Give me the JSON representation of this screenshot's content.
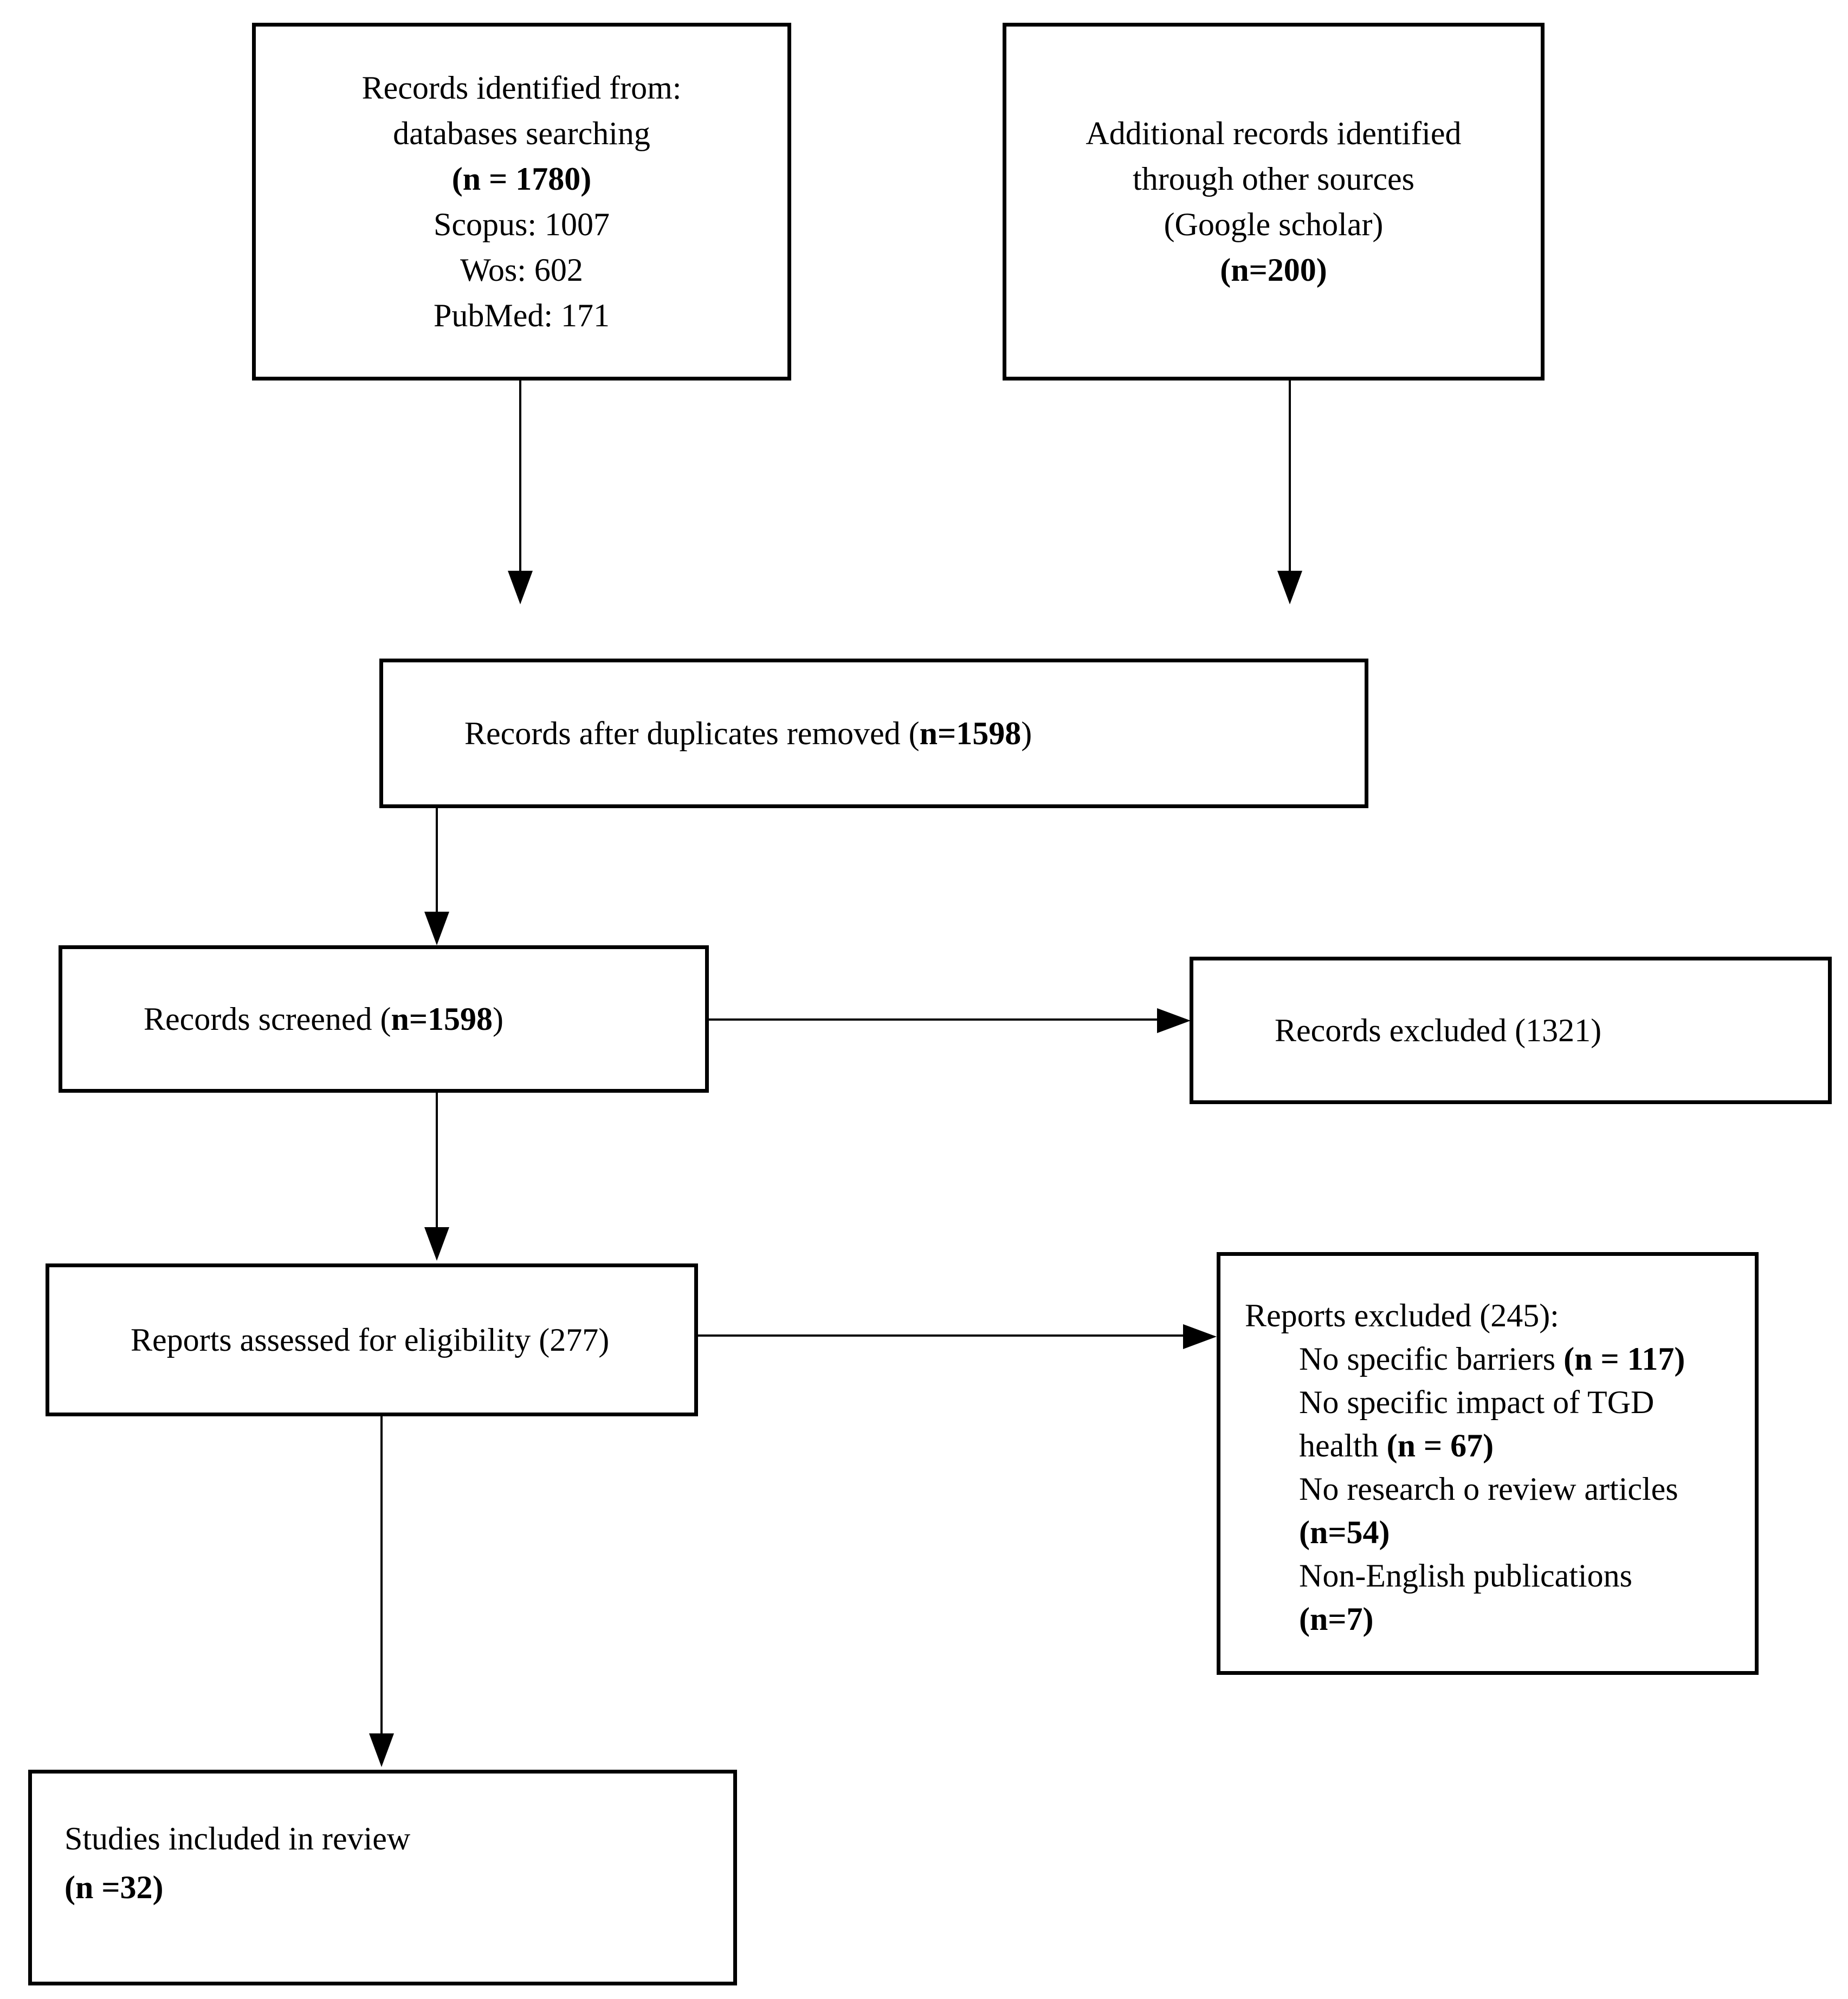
{
  "diagram": {
    "type": "PRISMA flow diagram",
    "background_color": "#ffffff",
    "line_color": "#000000"
  },
  "boxes": {
    "identified": {
      "lines": [
        {
          "pre": "Records identified from:"
        },
        {
          "pre": "databases searching"
        },
        {
          "bold": "(n = 1780)"
        },
        {
          "pre": "Scopus: 1007"
        },
        {
          "pre": "Wos: 602"
        },
        {
          "pre": "PubMed: 171"
        }
      ]
    },
    "additional": {
      "lines": [
        {
          "pre": "Additional records identified"
        },
        {
          "pre": "through other sources"
        },
        {
          "pre": "(Google scholar)"
        },
        {
          "bold": "(n=200)"
        }
      ]
    },
    "duplicates": {
      "pre": "Records after duplicates removed (",
      "bold": "n=1598",
      "post": ")"
    },
    "screened": {
      "pre": "Records screened (",
      "bold": "n=1598",
      "post": ")"
    },
    "records_excluded": {
      "pre": "Records excluded (1321)"
    },
    "assessed": {
      "pre": "Reports assessed for eligibility (277)"
    },
    "reports_excluded": {
      "title": "Reports excluded (245):",
      "lines": [
        {
          "pre": "No specific barriers ",
          "bold": "(n = 117)"
        },
        {
          "pre": "No specific impact of TGD"
        },
        {
          "pre": "health ",
          "bold": "(n = 67)"
        },
        {
          "pre": "No research o review articles"
        },
        {
          "bold": "(n=54)"
        },
        {
          "pre": "Non-English publications"
        },
        {
          "bold": "(n=7)"
        }
      ]
    },
    "included": {
      "lines": [
        {
          "pre": "Studies included in review"
        },
        {
          "bold": "(n =32)"
        }
      ]
    }
  }
}
